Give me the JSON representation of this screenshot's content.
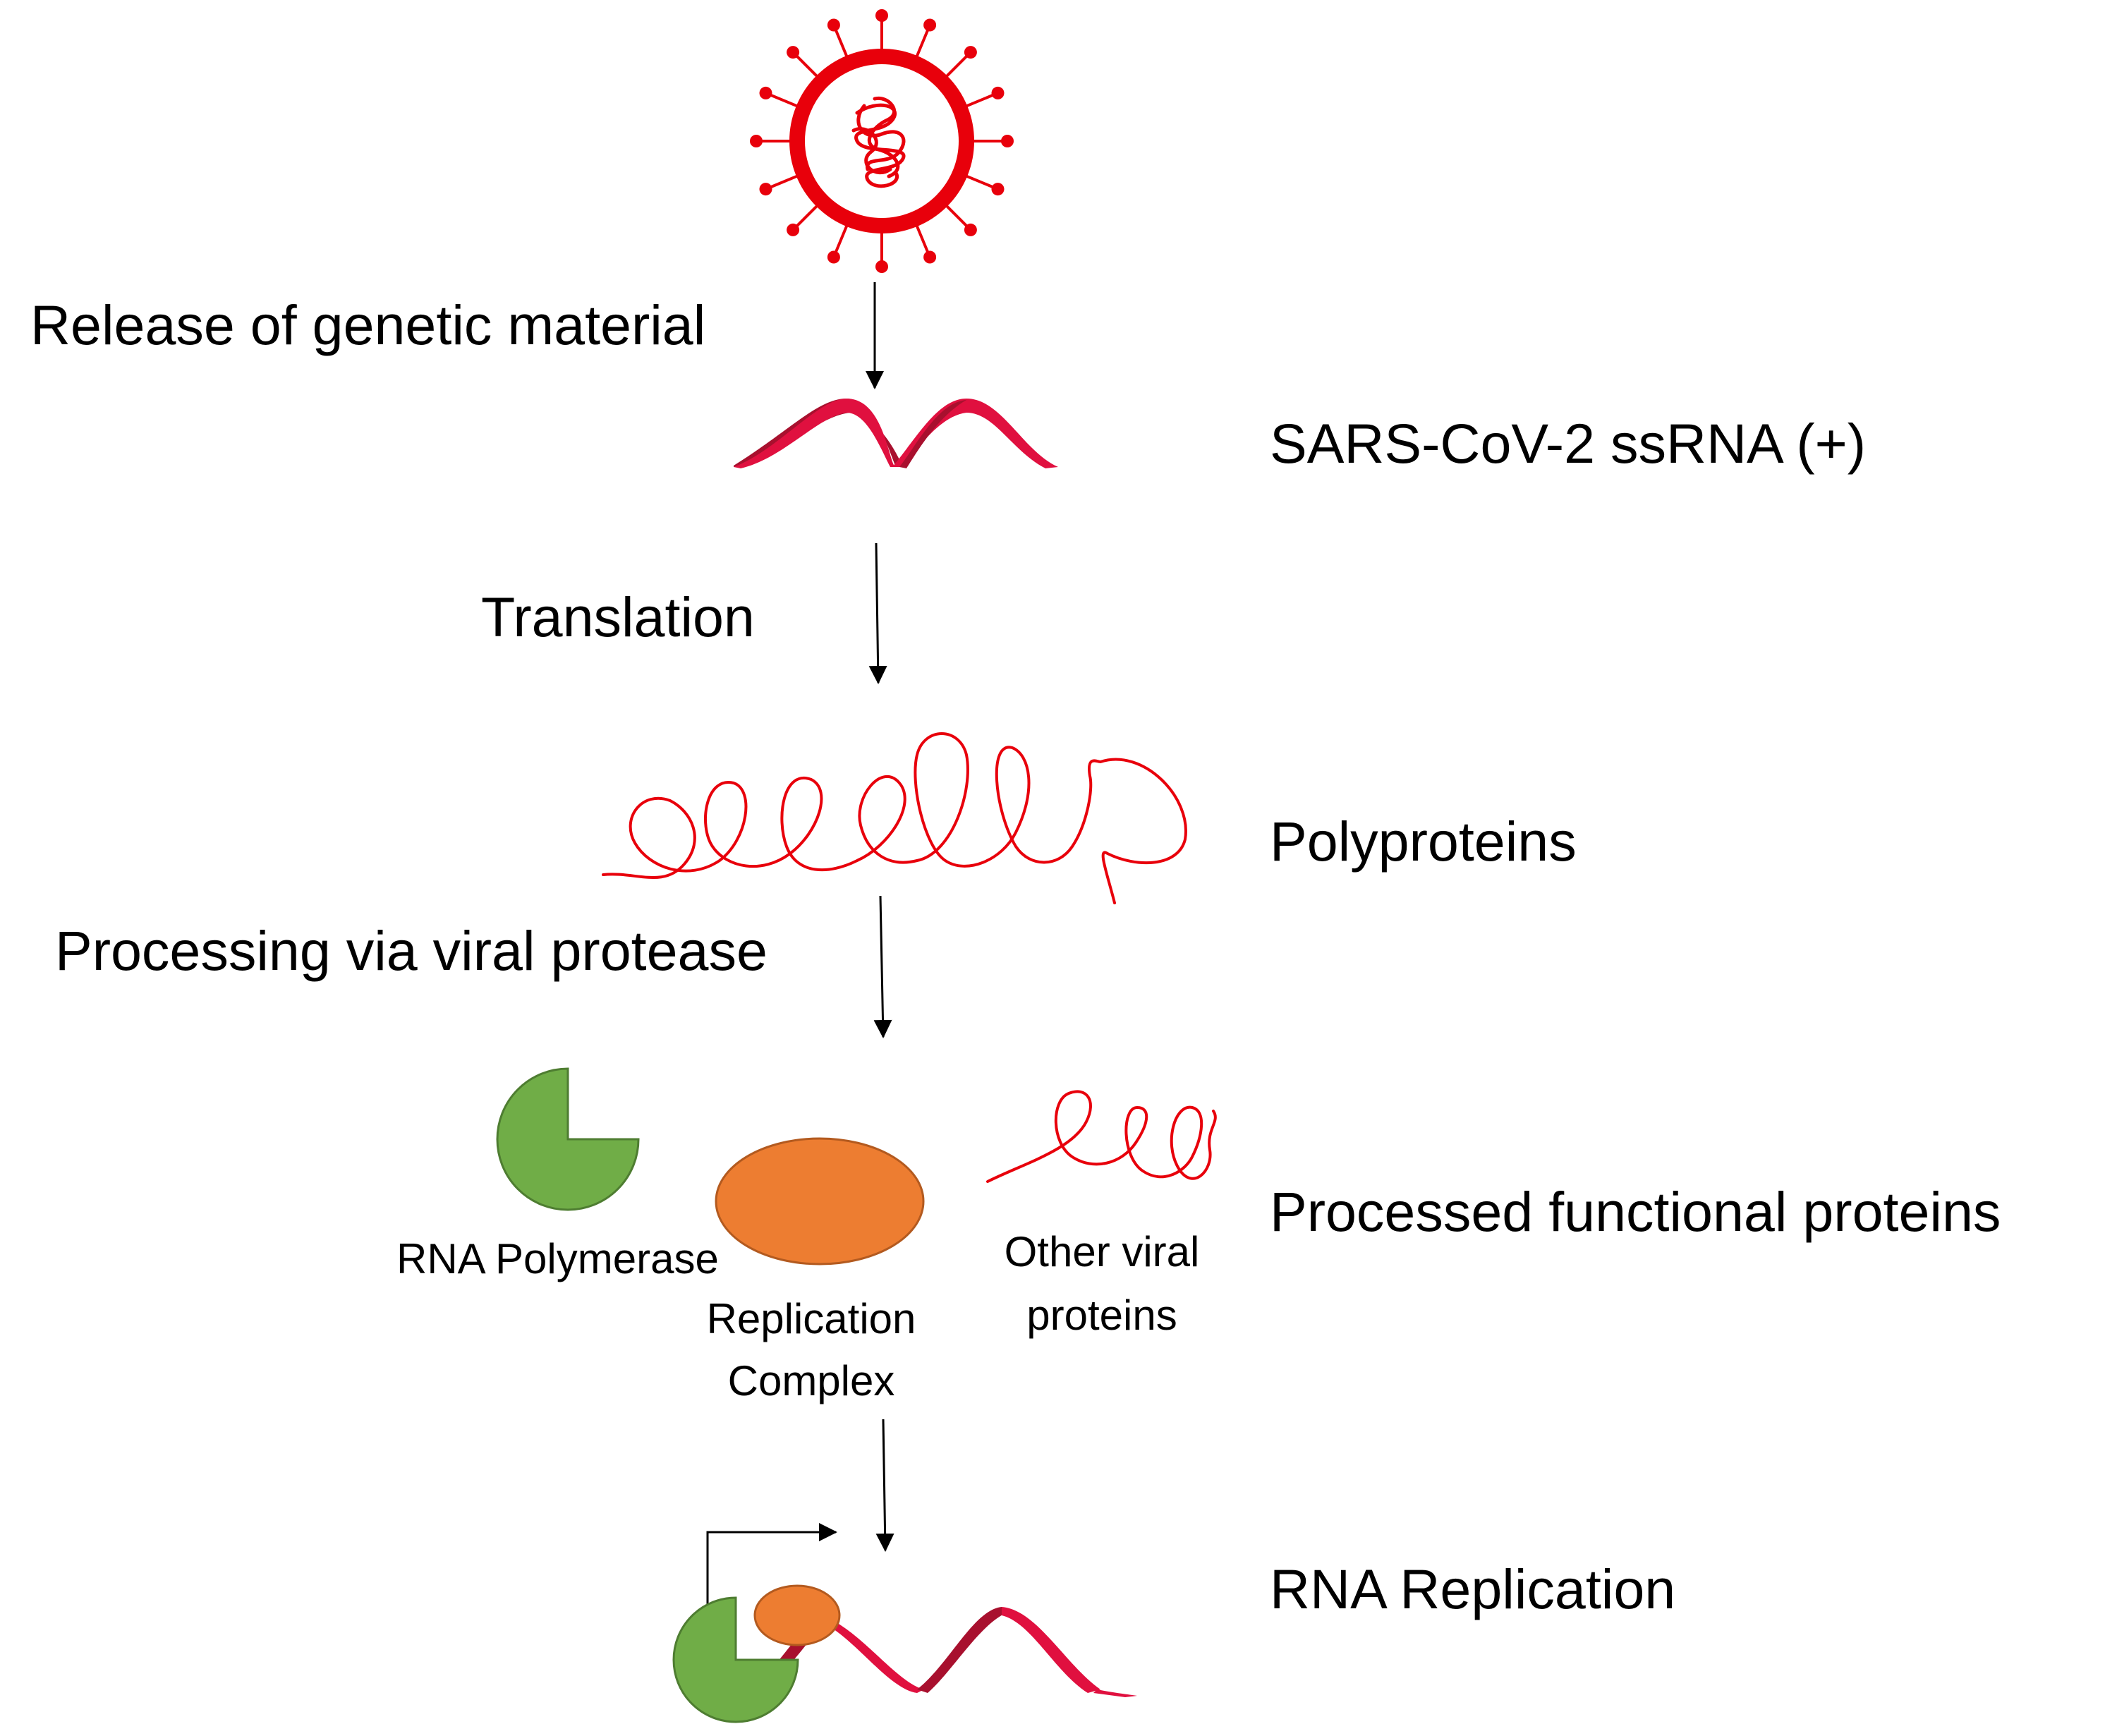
{
  "steps": {
    "release_label": "Release of genetic material",
    "translation_label": "Translation",
    "processing_label": "Processing via viral protease"
  },
  "stages": {
    "ssrna_label": "SARS-CoV-2 ssRNA (+)",
    "polyproteins_label": "Polyproteins",
    "processed_label": "Processed functional proteins",
    "replication_label": "RNA Replication"
  },
  "proteins": {
    "polymerase_label": "RNA Polymerase",
    "complex_label_line1": "Replication",
    "complex_label_line2": "Complex",
    "other_label_line1": "Other viral",
    "other_label_line2": "proteins"
  },
  "colors": {
    "virus_red": "#e8000b",
    "rna_red": "#e0103f",
    "rna_dark": "#a8102e",
    "polymerase_green": "#70ad47",
    "polymerase_edge": "#4e7d31",
    "complex_orange": "#ed7d31",
    "complex_edge": "#b35a1f",
    "arrow": "#000000"
  }
}
